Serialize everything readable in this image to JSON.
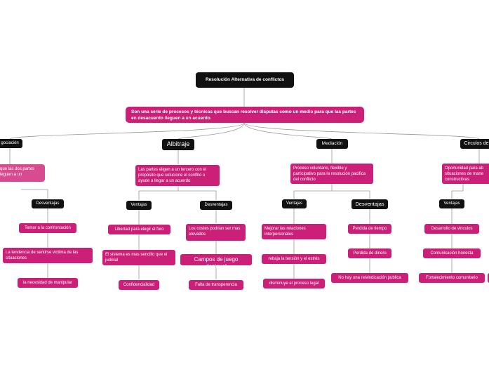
{
  "root": {
    "label": "Resolución Alternativa de conflictos"
  },
  "definition": {
    "text": "Son una serie de procesos y técnicas que buscan resolver disputas como un medio para que las partes en desacuerdo lleguen a un acuerdo."
  },
  "branches": {
    "negociacion": {
      "label": "gociación",
      "description": "que las dos partes leguen a un",
      "desventajas_label": "Desventajas",
      "desventajas": [
        "Temor a la confrontación",
        "La tendencia de sentirse victima de las situaciones",
        "la necesidad de manipular"
      ]
    },
    "arbitraje": {
      "label": "Albitraje",
      "description": "Las partes eligen a un tercero con el propósito que solucione el conflito o ayude a llegar a un acuerdo",
      "ventajas_label": "Ventajas",
      "ventajas": [
        "Libertad para elegir el foro",
        "El sistema es mas sencillo que el judicial",
        "Confidencialidad"
      ],
      "desventajas_label": "Desventajas",
      "desventajas": [
        "Los costes podrian ser mas elevados",
        "Campos de juego desigual",
        "Falta de transperencia"
      ]
    },
    "mediacion": {
      "label": "Mediación",
      "description": "Proceso voluntario, flexible y participativo para la resolución pacifica del conflicto",
      "ventajas_label": "Ventajas",
      "ventajas": [
        "Mejorar las relaciones interpersonales",
        "rebaja la tensión y el estrés",
        "disminuye el proceso legal"
      ],
      "desventajas_label": "Desventajas",
      "desventajas": [
        "Perdida de tiempo",
        "Perdida de dinero",
        "No hay una reivindicación publica"
      ]
    },
    "circulos": {
      "label": "Circulos de",
      "description": "Oportunidad para ab situaciones de mane constructivas",
      "ventajas_label": "Ventajas",
      "ventajas": [
        "Desarrollo de vinculos",
        "Comunicación honesta",
        "Fortalecimiento comunitario"
      ]
    }
  },
  "colors": {
    "node_dark": "#111111",
    "node_pink": "#cc1f78",
    "connector": "#999999"
  }
}
